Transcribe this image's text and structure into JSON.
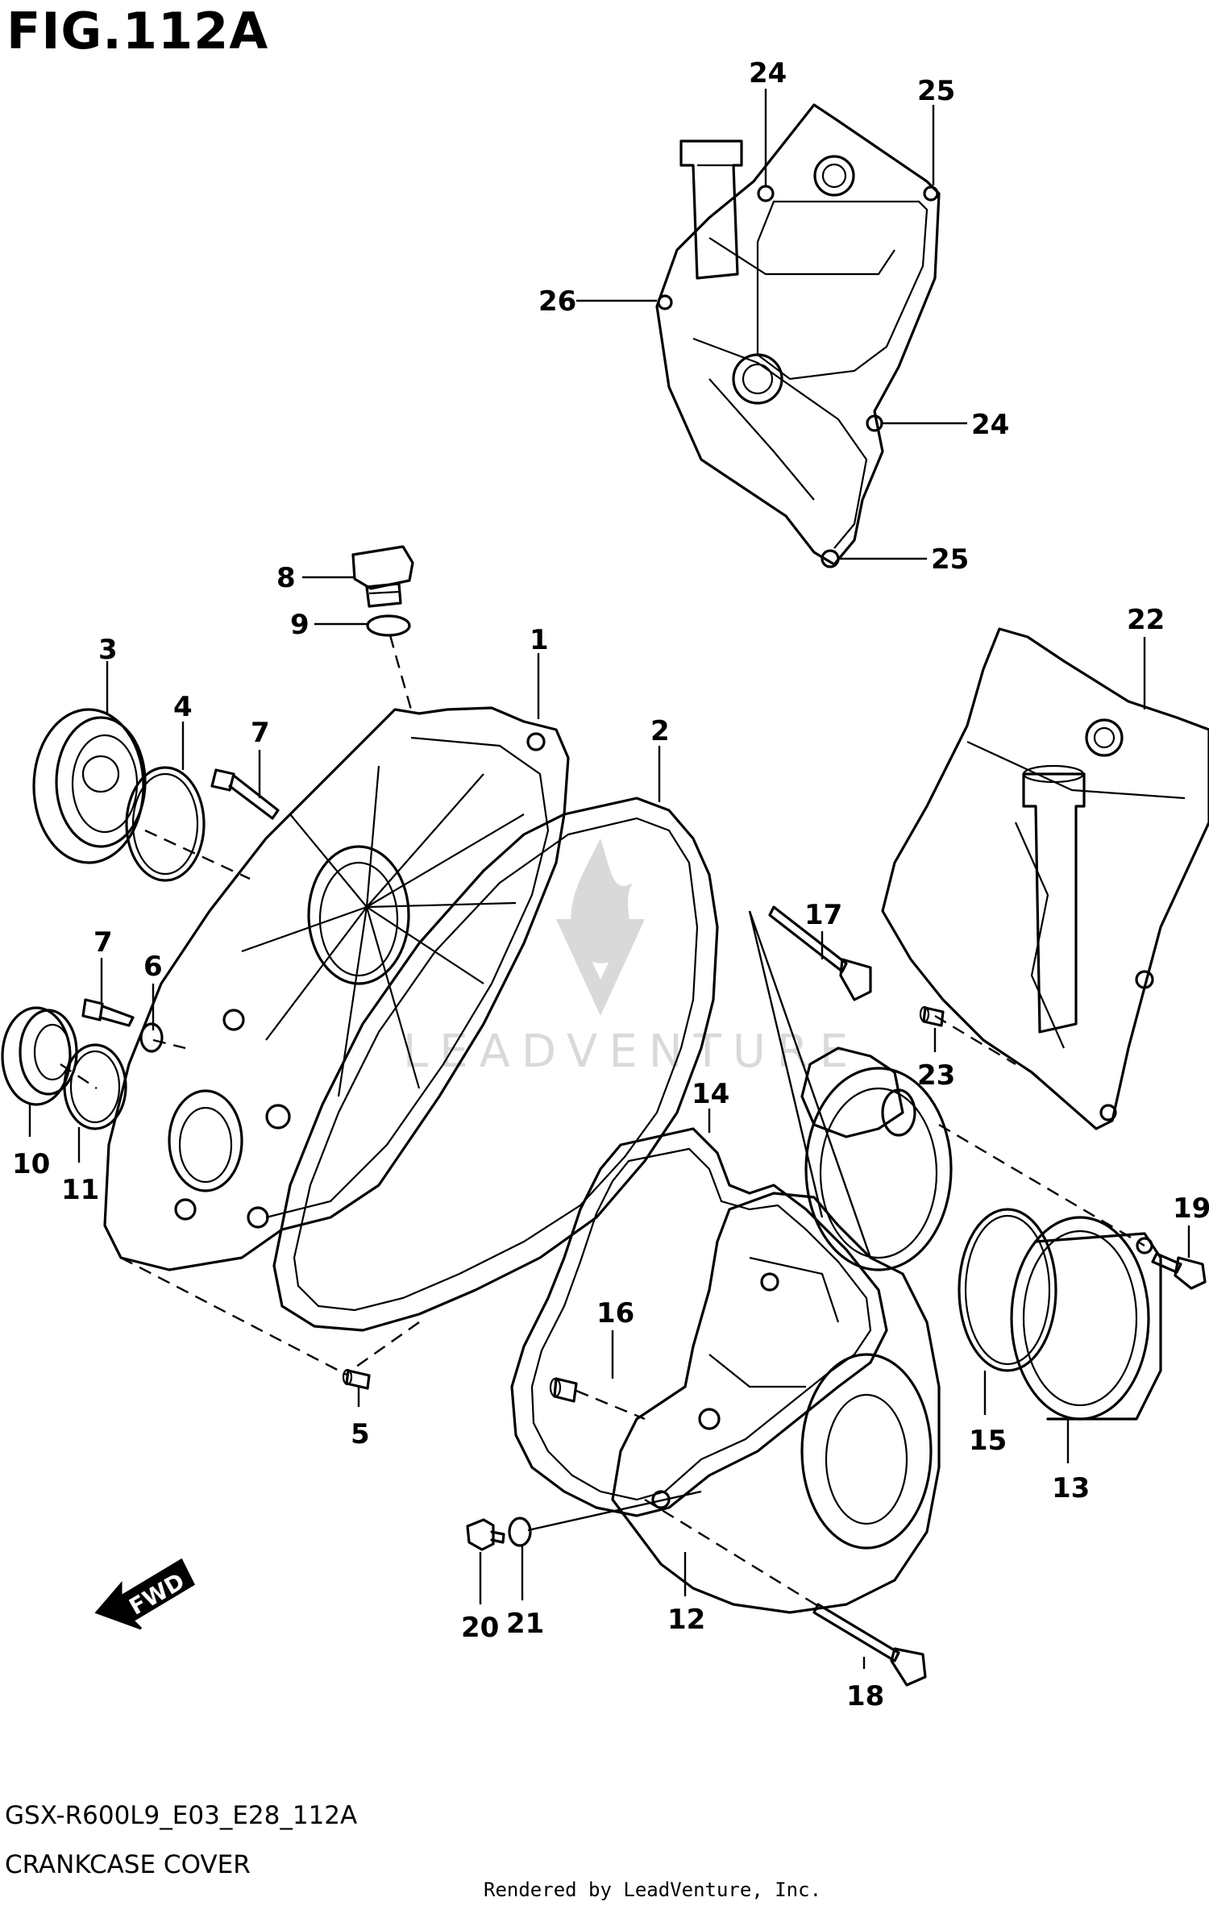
{
  "figure_title": "FIG.112A",
  "watermark": {
    "text": "LEADVENTURE"
  },
  "callouts": {
    "c1": "1",
    "c2": "2",
    "c3": "3",
    "c4": "4",
    "c5": "5",
    "c6": "6",
    "c7a": "7",
    "c7b": "7",
    "c8": "8",
    "c9": "9",
    "c10": "10",
    "c11": "11",
    "c12": "12",
    "c13": "13",
    "c14": "14",
    "c15": "15",
    "c16": "16",
    "c17": "17",
    "c18": "18",
    "c19": "19",
    "c20": "20",
    "c21": "21",
    "c22": "22",
    "c23": "23",
    "c24a": "24",
    "c24b": "24",
    "c25a": "25",
    "c25b": "25",
    "c26": "26"
  },
  "fwd_label": "FWD",
  "model_code": "GSX-R600L9_E03_E28_112A",
  "section_name": "CRANKCASE COVER",
  "render_credit": "Rendered by LeadVenture, Inc.",
  "icons": [
    "fwd-arrow-icon",
    "leadventure-flame-logo-icon"
  ]
}
